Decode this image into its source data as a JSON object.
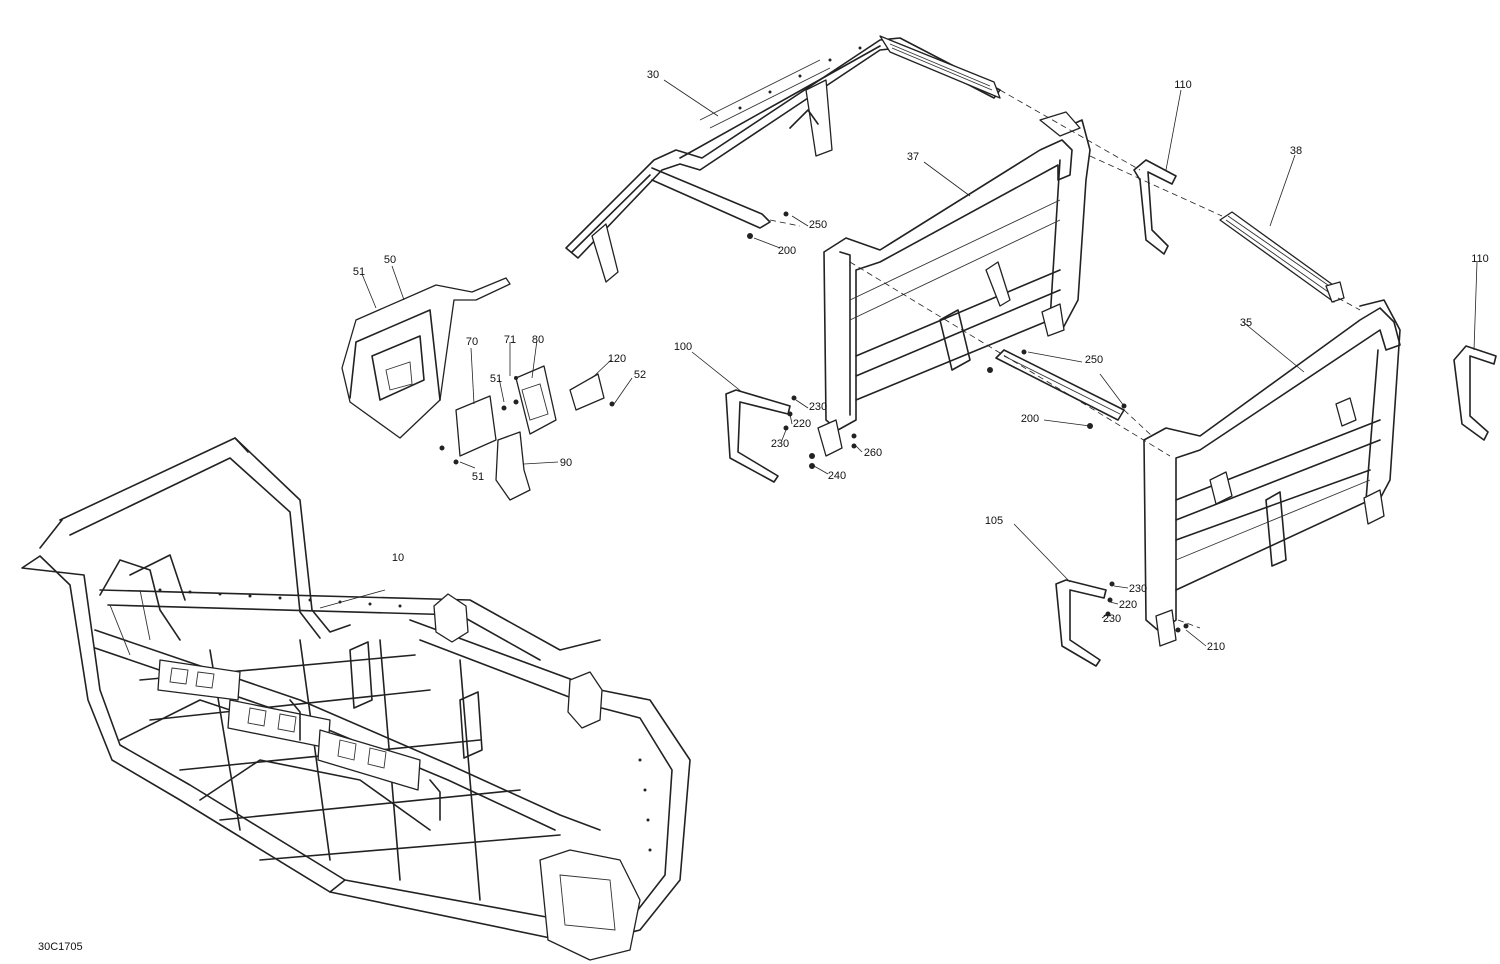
{
  "diagram_id": "30C1705",
  "callouts": {
    "c10": "10",
    "c30": "30",
    "c35": "35",
    "c37": "37",
    "c38": "38",
    "c50": "50",
    "c51_top": "51",
    "c51_mid": "51",
    "c51_bottom": "51",
    "c52": "52",
    "c70": "70",
    "c71": "71",
    "c80": "80",
    "c90": "90",
    "c100": "100",
    "c105": "105",
    "c110_mid": "110",
    "c110_right": "110",
    "c120": "120",
    "c200_top": "200",
    "c200_mid": "200",
    "c210": "210",
    "c220_left": "220",
    "c220_right": "220",
    "c230_left_a": "230",
    "c230_left_b": "230",
    "c230_right_a": "230",
    "c230_right_b": "230",
    "c240": "240",
    "c250_top": "250",
    "c250_mid": "250",
    "c260": "260"
  }
}
